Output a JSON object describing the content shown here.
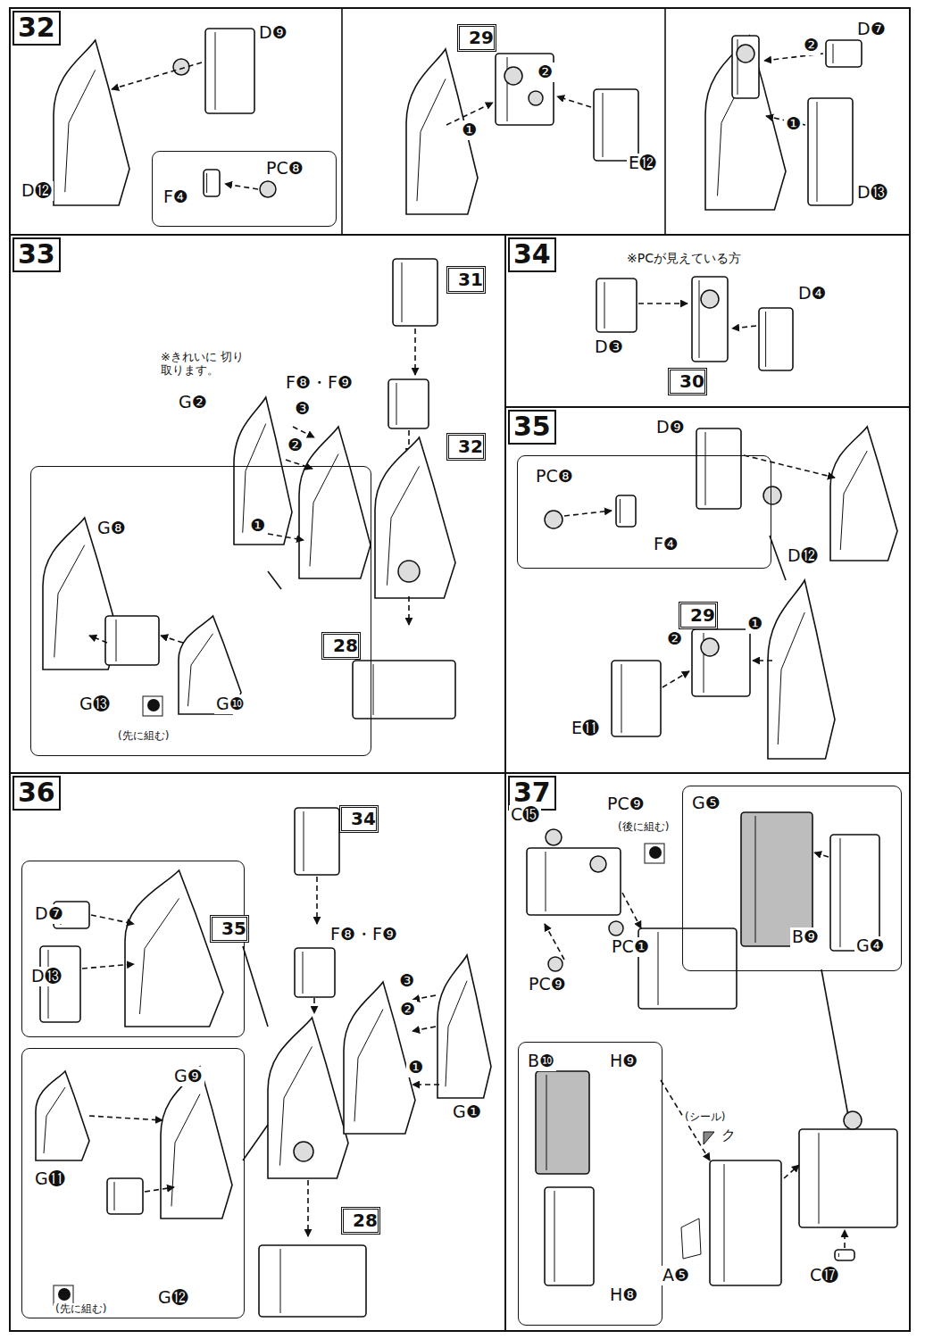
{
  "diagram": {
    "nodes": [
      {
        "text": [
          "32"
        ]
      },
      {
        "text": [
          "29"
        ],
        "in": 0
      },
      {
        "text": [
          "F❹",
          "PC❽"
        ],
        "in": 0
      },
      {
        "text": [
          "33"
        ]
      },
      {
        "text": [
          "31"
        ],
        "in": 3
      },
      {
        "text": [
          "32"
        ],
        "in": 3
      },
      {
        "text": [
          "28"
        ],
        "in": 3
      },
      {
        "text": [
          "G❽",
          "G⓭",
          "G❿",
          "(先に組む)"
        ],
        "in": 3
      },
      {
        "text": [
          "34"
        ]
      },
      {
        "text": [
          "30"
        ],
        "in": 8
      },
      {
        "text": [
          "35"
        ]
      },
      {
        "text": [
          "PC❽",
          "F❹"
        ],
        "in": 10
      },
      {
        "text": [
          "29"
        ],
        "in": 10
      },
      {
        "text": [
          "36"
        ]
      },
      {
        "text": [
          "D❼",
          "D⓭"
        ],
        "in": 13
      },
      {
        "text": [
          "35"
        ],
        "in": 14
      },
      {
        "text": [
          "34"
        ],
        "in": 13
      },
      {
        "text": [
          "G❾",
          "G⓫",
          "G⓬",
          "(先に組む)"
        ],
        "in": 13
      },
      {
        "text": [
          "28"
        ],
        "in": 13
      },
      {
        "text": [
          "37"
        ]
      },
      {
        "text": [
          "G❺",
          "B❾",
          "G❹"
        ],
        "in": 19
      },
      {
        "text": [
          "B❿",
          "H❾",
          "H❽"
        ],
        "in": 19
      }
    ],
    "labels": [
      "D❾",
      "D⓬",
      "❶",
      "❷",
      "E⓬",
      "D❼",
      "❷",
      "❶",
      "D⓭",
      "※きれいに 切り取ります。",
      "F❽・F❾",
      "G❷",
      "❸",
      "❷",
      "❶",
      "※PCが見えている方",
      "D❸",
      "D❹",
      "D❾",
      "D⓬",
      "❷",
      "❶",
      "E⓫",
      "F❽・F❾",
      "❸",
      "❷",
      "❶",
      "G❶",
      "C⓯",
      "PC❾",
      "(後に組む)",
      "PC❶",
      "PC❾",
      "(シール)",
      "ク",
      "A❺",
      "C⓱"
    ]
  }
}
